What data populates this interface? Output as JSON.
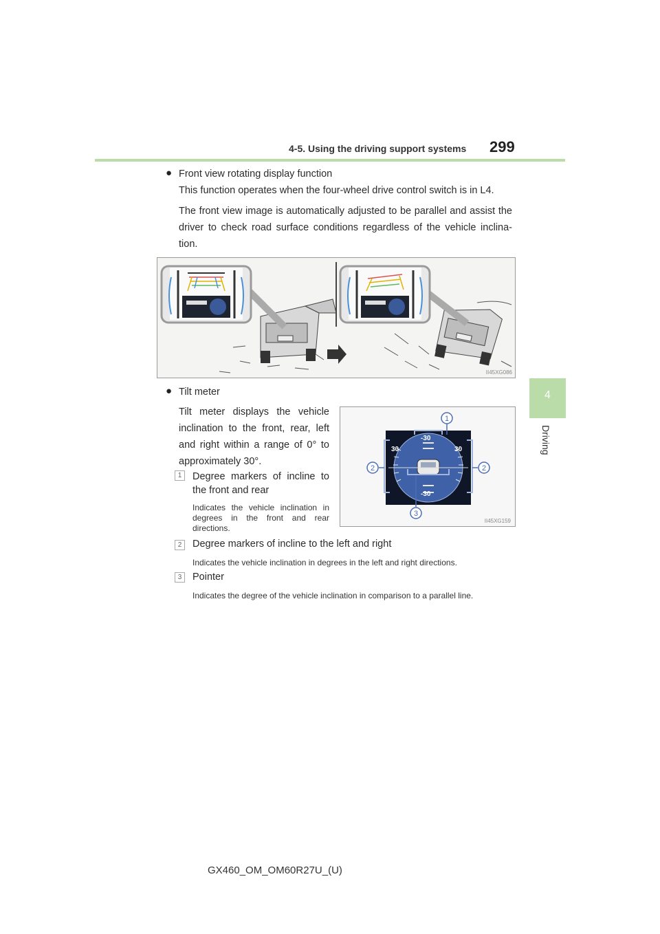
{
  "header": {
    "section": "4-5. Using the driving support systems",
    "page_number": "299"
  },
  "side_tab": {
    "number": "4",
    "label": "Driving"
  },
  "front_view": {
    "title": "Front view rotating display function",
    "p1": "This function operates when the four-wheel drive control switch is in L4.",
    "p2_lines": [
      "The front view image is automatically adjusted to be parallel and assist the",
      "driver to check road surface conditions regardless of the vehicle inclina-",
      "tion."
    ],
    "figure_code": "II45XG086"
  },
  "tilt_meter": {
    "title": "Tilt meter",
    "desc_lines": [
      "Tilt meter displays the vehicle",
      "inclination to the front, rear, left",
      "and right within a range of 0° to",
      "approximately 30°."
    ],
    "figure_code": "II45XG159",
    "gauge_labels": {
      "top": "-30",
      "bottom": "-30",
      "left": "30",
      "right": "30"
    },
    "items": [
      {
        "num": "1",
        "title_lines": [
          "Degree markers of incline to",
          "the front and rear"
        ],
        "desc_lines": [
          "Indicates the vehicle inclination in",
          "degrees in the front and rear",
          "directions."
        ]
      },
      {
        "num": "2",
        "title": "Degree markers of incline to the left and right",
        "desc": "Indicates the vehicle inclination in degrees in the left and right directions."
      },
      {
        "num": "3",
        "title": "Pointer",
        "desc": "Indicates the degree of the vehicle inclination in comparison to a parallel line."
      }
    ]
  },
  "footer": {
    "code": "GX460_OM_OM60R27U_(U)"
  }
}
